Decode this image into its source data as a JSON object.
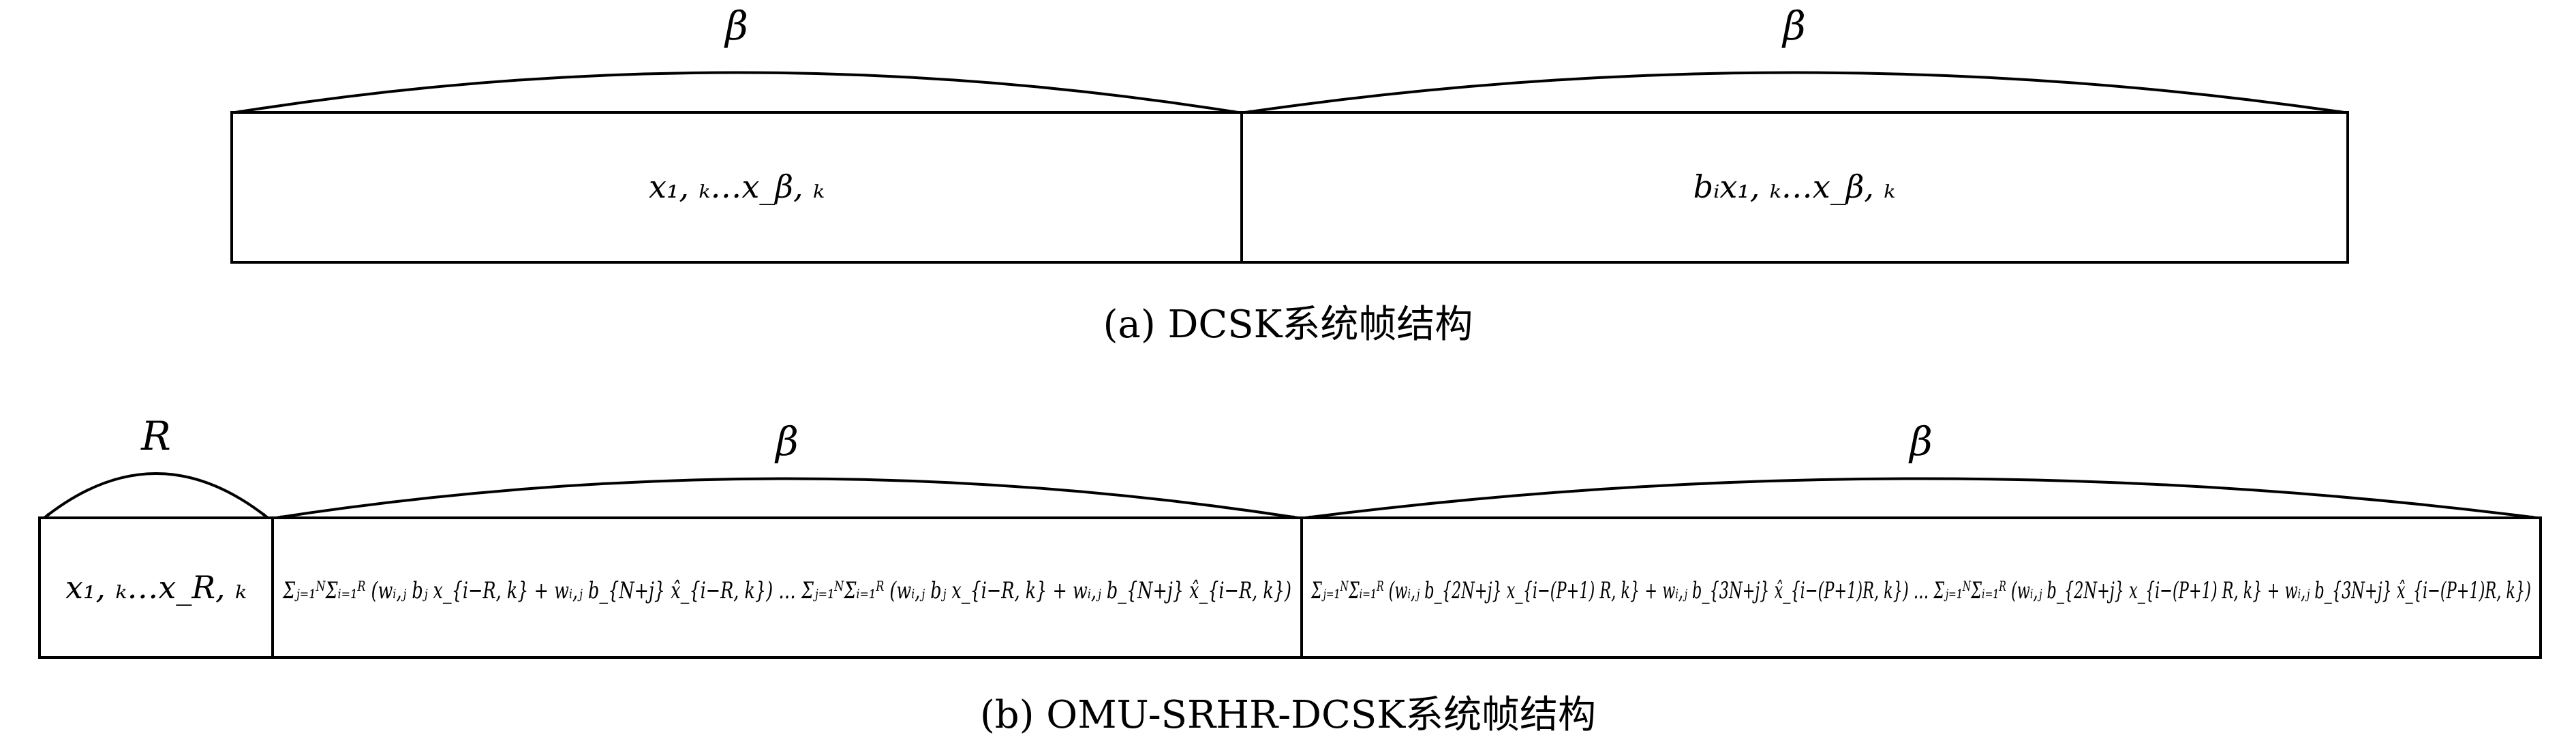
{
  "panel_a": {
    "arc_label_left": "β",
    "arc_label_right": "β",
    "cell_1": "x₁, ₖ…x_β, ₖ",
    "cell_2": "bᵢx₁, ₖ…x_β, ₖ",
    "caption": "(a) DCSK系统帧结构"
  },
  "panel_b": {
    "arc_label_r": "R",
    "arc_label_mid": "β",
    "arc_label_right": "β",
    "cell_1": "x₁, ₖ…x_R, ₖ",
    "cell_2": "Σⱼ₌₁ᴺΣᵢ₌₁ᴿ (wᵢ,ⱼ bⱼ x_{i−R, k} + wᵢ,ⱼ b_{N+j} x̂_{i−R, k}) … Σⱼ₌₁ᴺΣᵢ₌₁ᴿ (wᵢ,ⱼ bⱼ x_{i−R, k} + wᵢ,ⱼ b_{N+j} x̂_{i−R, k})",
    "cell_3": "Σⱼ₌₁ᴺΣᵢ₌₁ᴿ (wᵢ,ⱼ b_{2N+j} x_{i−(P+1) R, k} + wᵢ,ⱼ b_{3N+j} x̂_{i−(P+1)R, k}) … Σⱼ₌₁ᴺΣᵢ₌₁ᴿ (wᵢ,ⱼ b_{2N+j} x_{i−(P+1) R, k} + wᵢ,ⱼ b_{3N+j} x̂_{i−(P+1)R, k})",
    "caption": "(b) OMU-SRHR-DCSK系统帧结构"
  }
}
